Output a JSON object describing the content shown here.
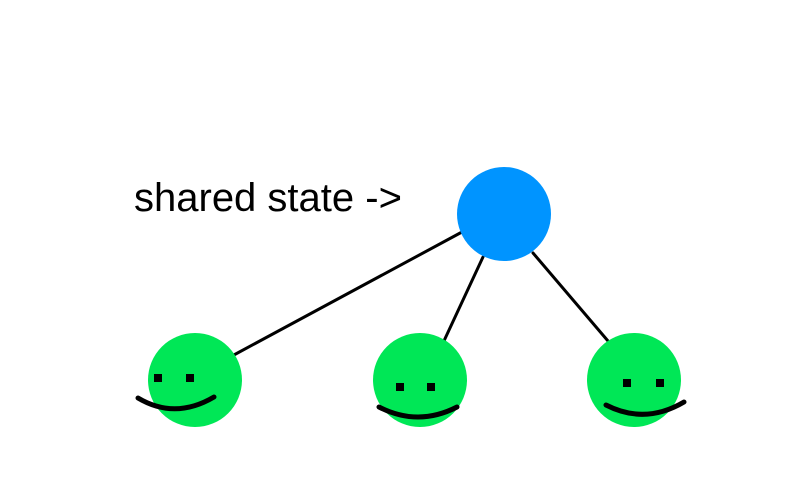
{
  "diagram": {
    "label": "shared state ->",
    "colors": {
      "shared_node": "#0094ff",
      "client_face": "#00e756",
      "stroke": "#000000"
    },
    "shared_node": {
      "name": "shared-state-node",
      "icon": "blue-circle"
    },
    "clients": [
      {
        "name": "client-face-left",
        "icon": "smiley-face-icon"
      },
      {
        "name": "client-face-middle",
        "icon": "smiley-face-icon"
      },
      {
        "name": "client-face-right",
        "icon": "smiley-face-icon"
      }
    ]
  }
}
